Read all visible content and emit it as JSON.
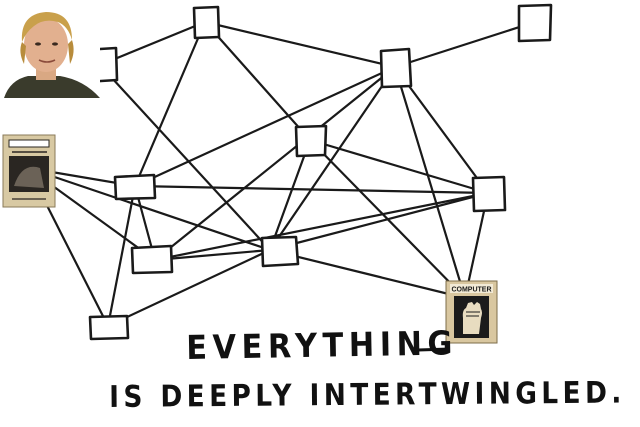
{
  "caption": {
    "line1": "EVERYTHING",
    "line2": "IS DEEPLY INTERTWINGLED."
  },
  "portrait": {
    "icon": "person-portrait"
  },
  "magazine_left": {
    "icon": "magazine-cover",
    "colors": {
      "paper": "#d8c9a3",
      "dark": "#2a2622"
    }
  },
  "magazine_right": {
    "cover_title": "COMPUTER",
    "icon": "raised-fist",
    "colors": {
      "paper": "#d9c7a0",
      "dark": "#1b1b1b"
    }
  },
  "colors": {
    "ink": "#1a1a1a",
    "background": "#ffffff"
  }
}
